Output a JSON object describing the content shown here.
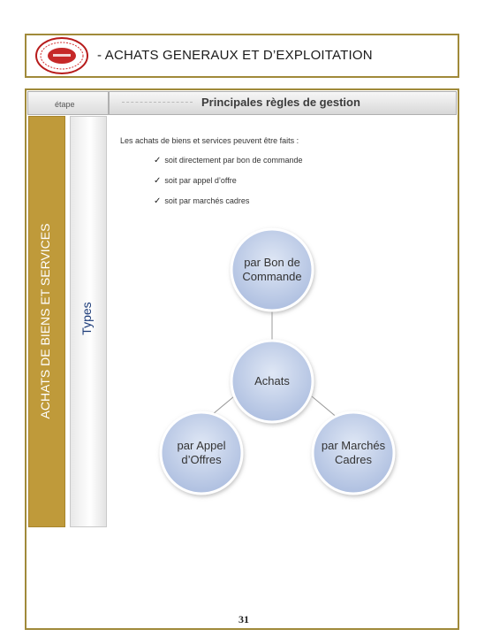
{
  "header": {
    "title": "- ACHATS GENERAUX ET D’EXPLOITATION"
  },
  "section": {
    "etape_label": "étape",
    "rules_title": "Principales règles de gestion",
    "side_label": "ACHATS DE BIENS ET SERVICES",
    "types_label": "Types"
  },
  "content": {
    "intro": "Les achats de biens et services peuvent être faits :",
    "bullets": [
      "soit directement par bon de commande",
      "soit par appel d’offre",
      "soit par marchés cadres"
    ]
  },
  "diagram": {
    "top_line1": "par Bon de",
    "top_line2": "Commande",
    "center": "Achats",
    "left_line1": "par Appel",
    "left_line2": "d’Offres",
    "right_line1": "par Marchés",
    "right_line2": "Cadres"
  },
  "footer": {
    "page_number": "31"
  },
  "colors": {
    "frame": "#a08a3a",
    "side_bar": "#bf9a3a",
    "circle_fill": "#c6d3ea",
    "circle_border": "#ffffff"
  }
}
